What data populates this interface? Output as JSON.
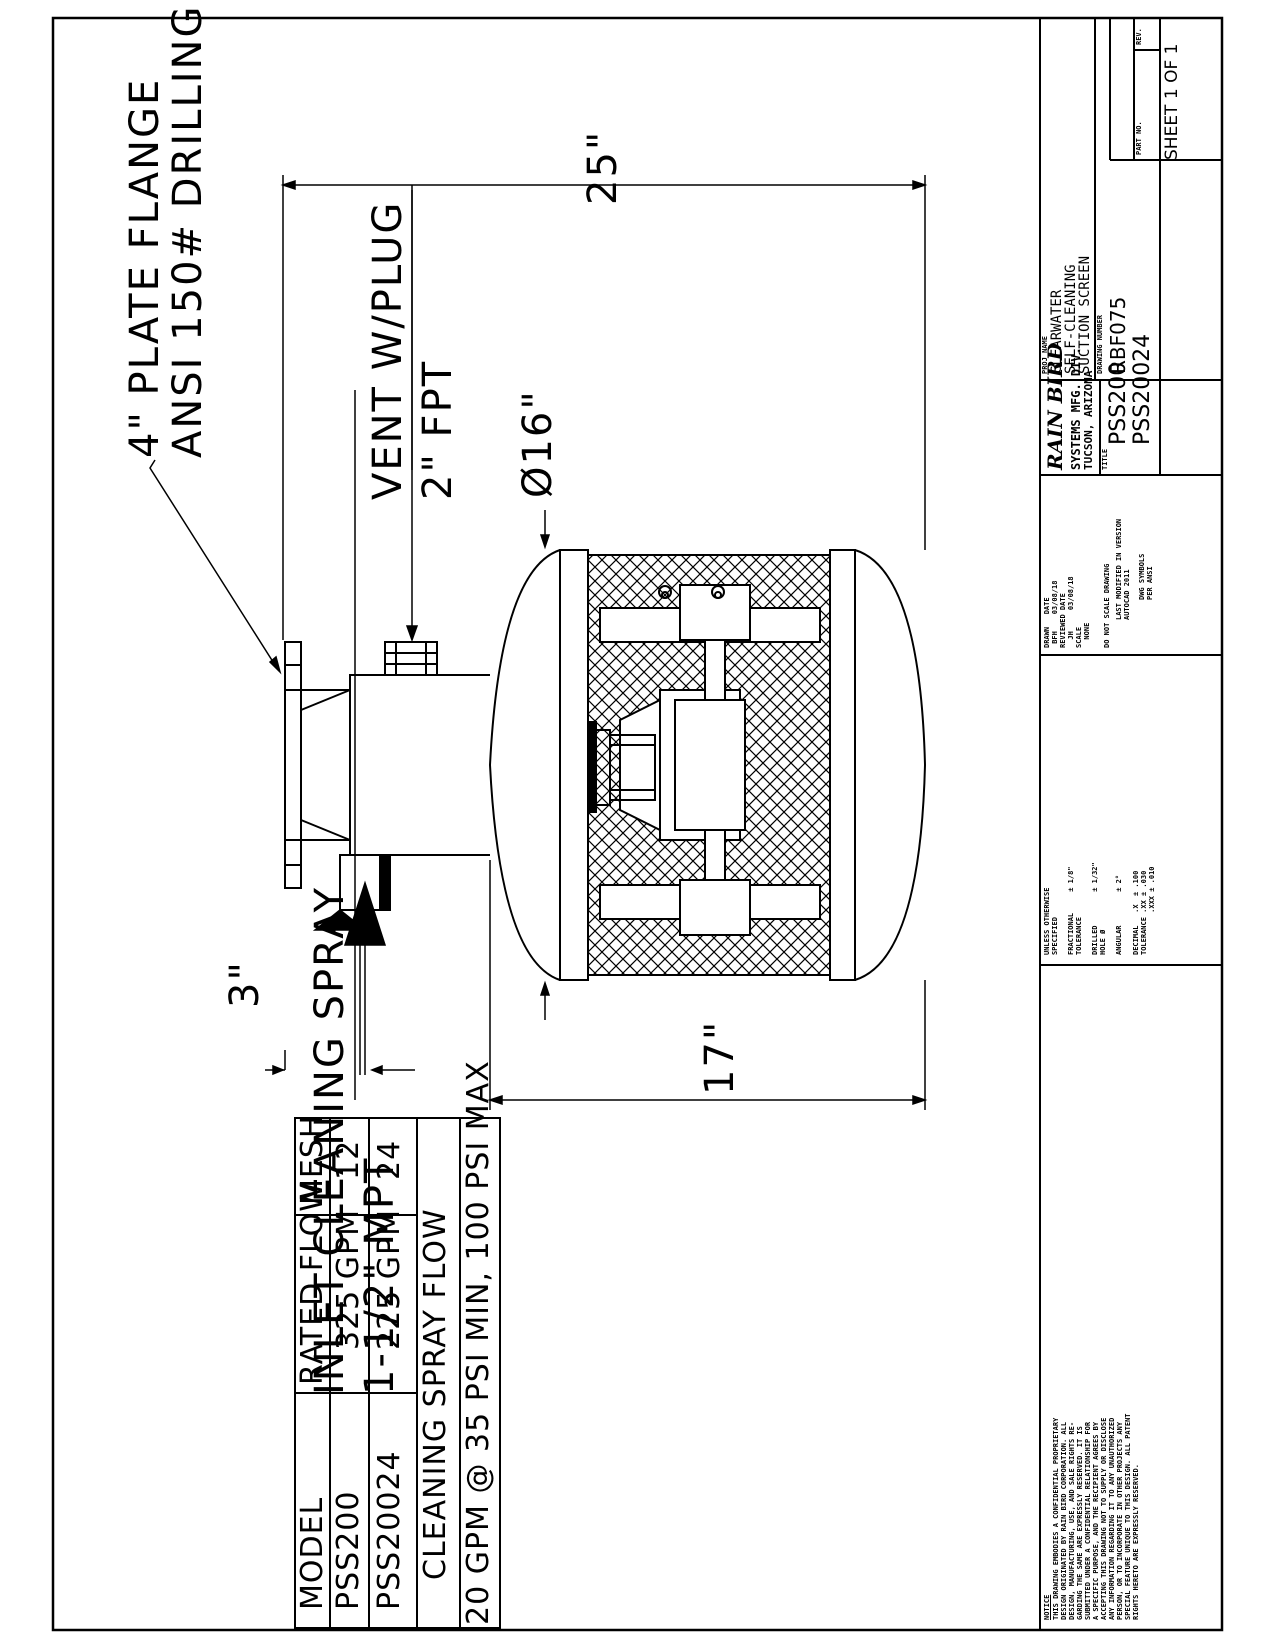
{
  "callouts": {
    "flange_line1": "4\" PLATE FLANGE",
    "flange_line2": "ANSI 150# DRILLING",
    "vent_line1": "VENT W/PLUG",
    "vent_line2": "2\" FPT",
    "inlet_line1": "INLET CLEANING SPRAY",
    "inlet_line2": "1-1/2\" MPT"
  },
  "dimensions": {
    "overall_length": "25\"",
    "drum_length": "17\"",
    "diameter": "Ø16\"",
    "inlet_offset": "3\""
  },
  "table": {
    "headers": [
      "MODEL",
      "RATED FLOW",
      "MESH"
    ],
    "rows": [
      [
        "PSS200",
        "325 GPM",
        "12"
      ],
      [
        "PSS20024",
        "225 GPM",
        "24"
      ]
    ],
    "footer_title": "CLEANING SPRAY FLOW",
    "footer_value": "20 GPM @ 35 PSI MIN, 100 PSI MAX"
  },
  "title_block": {
    "notice_label": "NOTICE",
    "notice_text": "THIS DRAWING EMBODIES A CONFIDENTIAL PROPRIETARY\nDESIGN ORIGINATED BY RAIN BIRD CORPORATION. ALL\nDESIGN, MANUFACTURING, USE, AND SALE RIGHTS RE-\nGARDING THE SAME ARE EXPRESSLY RESERVED. IT IS\nSUBMITTED UNDER A CONFIDENTIAL RELATIONSHIP FOR\nA SPECIFIC PURPOSE, AND THE RECIPIENT AGREES BY\nACCEPTING THIS DRAWING NOT TO SUPPLY OR DISCLOSE\nANY INFORMATION REGARDING IT TO ANY UNAUTHORIZED\nPERSON, OR TO INCORPORATE IN OTHER PROJECTS ANY\nSPECIAL FEATURE UNIQUE TO THIS DESIGN. ALL PATENT\nRIGHTS HERETO ARE EXPRESSLY RESERVED.",
    "tolerance_text": "UNLESS OTHERWISE\nSPECIFIED\n\nFRACTIONAL     ± 1/8\"\nTOLERANCE\n\nDRILLED        ± 1/32\"\nHOLE Ø\n\nANGULAR        ± 2°\n\nDECIMAL   .X  ± .100\nTOLERANCE .XX ± .030\n          .XXX ± .010",
    "drawn_text": "DRAWN   DATE\n BFH    03/08/18\nREVIEWED DATE\n  JH     03/08/18\nSCALE\n  NONE",
    "do_not_scale": "DO NOT SCALE DRAWING",
    "last_modified": "LAST MODIFIED IN VERSION\nAUTOCAD 2011",
    "dwg_symbols": "DWG SYMBOLS\nPER ANSI",
    "company_logo": "RAIN BIRD",
    "company_line1": "SYSTEMS MFG. DIV.",
    "company_line2": "TUCSON, ARIZONA",
    "title_label": "TITLE",
    "title_line1": "PSS200",
    "title_line2": "PSS20024",
    "proj_label": "PROJ NAME",
    "proj_line1": "CLEARWATER",
    "proj_line2": "SELF-CLEANING",
    "proj_line3": "SUCTION SCREEN",
    "dwg_no_label": "DRAWING NUMBER",
    "dwg_no": "RBF075",
    "part_label": "PART NO.",
    "rev_label": "REV.",
    "sheet": "SHEET 1 OF 1"
  }
}
